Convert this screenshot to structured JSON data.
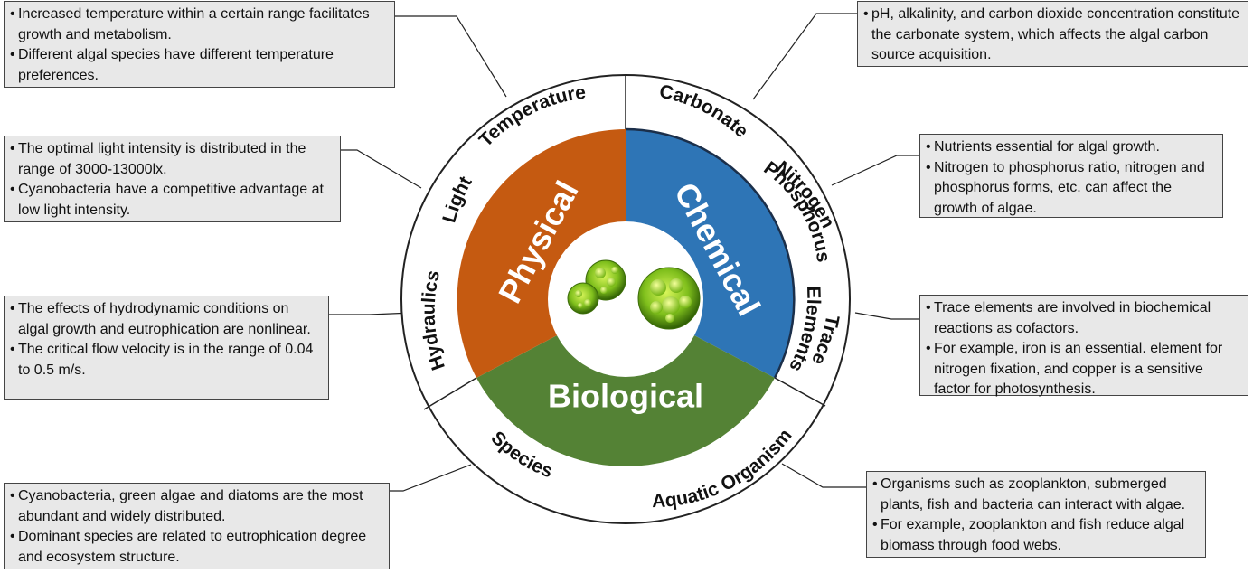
{
  "center_image": "microalgae-icon",
  "categories": {
    "physical": {
      "label": "Physical",
      "color": "#c55a11"
    },
    "chemical": {
      "label": "Chemical",
      "color": "#2e75b6"
    },
    "biological": {
      "label": "Biological",
      "color": "#548235"
    }
  },
  "factors": {
    "temperature": "Temperature",
    "light": "Light",
    "hydraulics": "Hydraulics",
    "carbonate": "Carbonate",
    "nitrogen": "Nitrogen",
    "phosphorus": "Phosphorus",
    "trace": "Trace",
    "elements": "Elements",
    "species": "Species",
    "aquatic_organism": "Aquatic Organism"
  },
  "boxes": {
    "temperature": [
      "Increased temperature within a certain range facilitates growth and metabolism.",
      "Different algal species have different temperature preferences."
    ],
    "light": [
      "The optimal light intensity is distributed in the range of 3000-13000lx.",
      "Cyanobacteria have a competitive advantage at low light intensity."
    ],
    "hydraulics": [
      "The effects of hydrodynamic conditions on algal growth and eutrophication are nonlinear.",
      "The critical flow velocity is in the range of 0.04 to 0.5 m/s."
    ],
    "species": [
      "Cyanobacteria, green algae and diatoms are the most abundant and widely distributed.",
      "Dominant species are related to eutrophication degree and ecosystem structure."
    ],
    "carbonate": [
      "pH, alkalinity, and carbon dioxide concentration constitute the carbonate system, which affects the algal carbon source acquisition."
    ],
    "nutrients": [
      "Nutrients essential for algal growth.",
      "Nitrogen to phosphorus ratio, nitrogen and phosphorus forms, etc. can affect the growth of algae."
    ],
    "trace_elements": [
      "Trace elements are involved in biochemical reactions as cofactors.",
      "For example, iron is an essential. element for nitrogen fixation, and copper is a sensitive factor for photosynthesis."
    ],
    "aquatic_organism": [
      "Organisms such as zooplankton, submerged plants, fish and bacteria can interact with algae.",
      "For example, zooplankton and fish reduce algal biomass through food webs."
    ]
  }
}
